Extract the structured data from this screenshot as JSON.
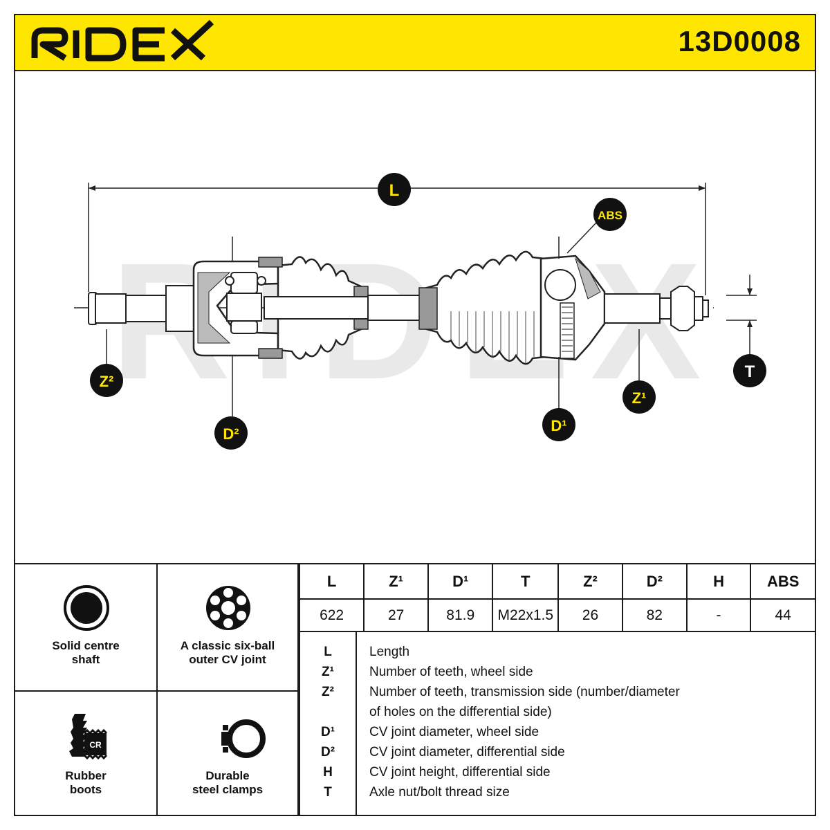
{
  "header": {
    "brand": "RIDEX",
    "part_number": "13D0008",
    "background_color": "#ffe600"
  },
  "diagram": {
    "watermark": "RIDEX",
    "callouts": {
      "L": "L",
      "ABS": "ABS",
      "Z2": "Z²",
      "D2": "D²",
      "D1": "D¹",
      "Z1": "Z¹",
      "T": "T"
    },
    "callout_color": "#ffe600"
  },
  "features": [
    {
      "icon": "solid-centre-shaft-icon",
      "label": "Solid centre\nshaft"
    },
    {
      "icon": "six-ball-cv-joint-icon",
      "label": "A classic six-ball\nouter CV joint"
    },
    {
      "icon": "rubber-boot-cr-icon",
      "label": "Rubber\nboots",
      "badge": "CR"
    },
    {
      "icon": "steel-clamp-icon",
      "label": "Durable\nsteel clamps"
    }
  ],
  "specs": {
    "headers": [
      "L",
      "Z¹",
      "D¹",
      "T",
      "Z²",
      "D²",
      "H",
      "ABS"
    ],
    "values": [
      "622",
      "27",
      "81.9",
      "M22x1.5",
      "26",
      "82",
      "-",
      "44"
    ]
  },
  "legend": [
    {
      "symbol": "L",
      "text": "Length"
    },
    {
      "symbol": "Z¹",
      "text": "Number of teeth, wheel side"
    },
    {
      "symbol": "Z²",
      "text": "Number of teeth, transmission side (number/diameter"
    },
    {
      "symbol": "",
      "text": "of holes on the differential side)"
    },
    {
      "symbol": "D¹",
      "text": "CV joint diameter, wheel side"
    },
    {
      "symbol": "D²",
      "text": "CV joint diameter, differential side"
    },
    {
      "symbol": "H",
      "text": "CV joint height, differential side"
    },
    {
      "symbol": "T",
      "text": "Axle nut/bolt thread size"
    }
  ]
}
